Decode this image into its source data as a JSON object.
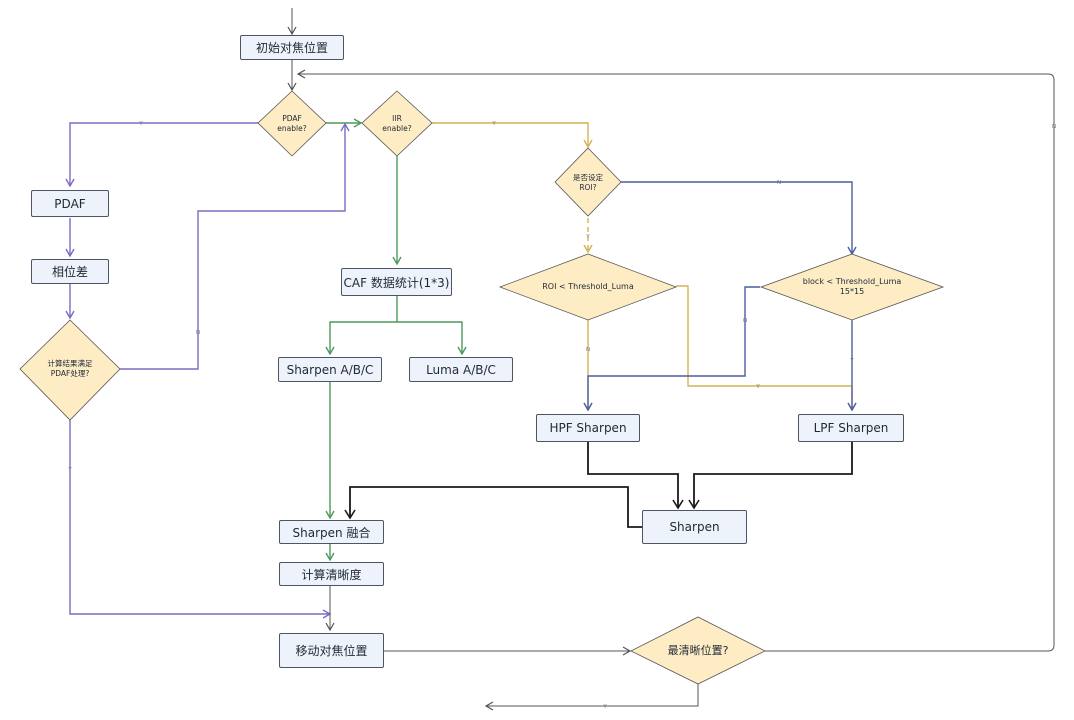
{
  "nodes": {
    "init": "初始对焦位置",
    "pdaf_enable": [
      "PDAF",
      "enable?"
    ],
    "iir_enable": [
      "IIR",
      "enable?"
    ],
    "pdaf": "PDAF",
    "phase_diff": "相位差",
    "pdaf_check": [
      "计算结果满足",
      "PDAF处理?"
    ],
    "caf_stats": "CAF 数据统计(1*3)",
    "sharpen_abc": "Sharpen  A/B/C",
    "luma_abc": "Luma  A/B/C",
    "roi_set": [
      "是否设定",
      "ROI?"
    ],
    "roi_threshold": [
      "ROI < Threshold_Luma"
    ],
    "block_threshold": [
      "block < Threshold_Luma",
      "15*15"
    ],
    "hpf_sharpen": "HPF Sharpen",
    "lpf_sharpen": "LPF Sharpen",
    "sharpen": "Sharpen",
    "sharpen_fusion": "Sharpen 融合",
    "calc_clarity": "计算清晰度",
    "move_focus": "移动对焦位置",
    "clearest": [
      "最清晰位置?"
    ]
  },
  "edge_labels": {
    "pdaf_yes": "Y",
    "iir_yes": "Y",
    "roi_no": "N",
    "roi_yes": "Y",
    "roi_threshold_no": "N",
    "block_no": "N",
    "block_yes": "Y",
    "roi_threshold_yes": "Y",
    "pdaf_check_no": "N",
    "pdaf_check_yes": "Y",
    "clearest_no": "N",
    "clearest_yes": "Y"
  },
  "colors": {
    "purple": "#7b6bc4",
    "green": "#4e9a5a",
    "yellow": "#d4b253",
    "blue": "#4a5f9e",
    "black": "#1a1a1a",
    "gray": "#555555",
    "diamond_fill": "#fdecc4",
    "box_fill": "#eef2fa"
  }
}
